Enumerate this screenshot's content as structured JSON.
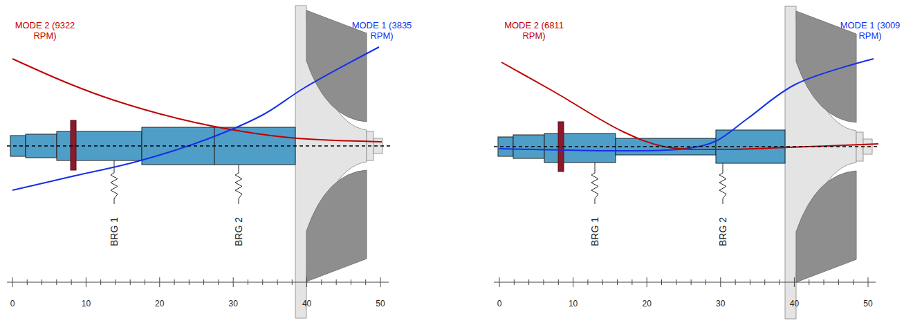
{
  "diagram": {
    "labels": [
      "MODE 2 (9322 RPM)",
      "MODE 1 (3835 RPM)",
      "BRG 1",
      "BRG 2",
      "0",
      "10",
      "20",
      "30",
      "40",
      "50",
      "MODE 2 (6811 RPM)",
      "MODE 1 (3009 RPM)",
      "BRG 1",
      "BRG 2",
      "0",
      "10",
      "20",
      "30",
      "40",
      "50"
    ]
  }
}
